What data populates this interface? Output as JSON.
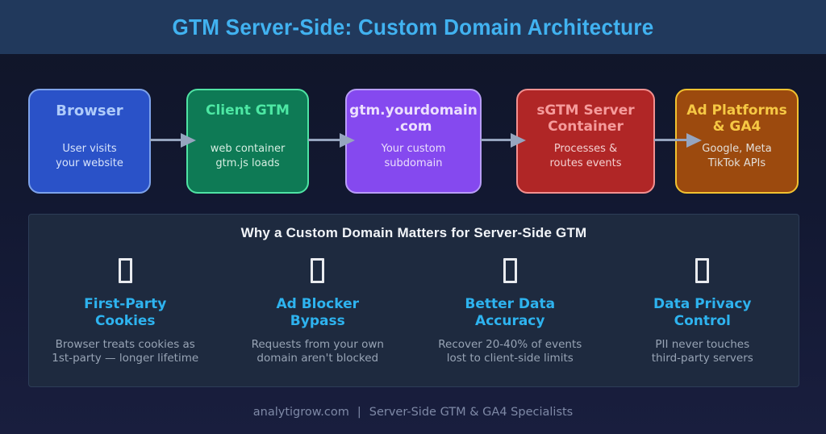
{
  "header": {
    "title": "GTM Server-Side: Custom Domain Architecture"
  },
  "flow": {
    "arrow_color": "#96a5bf",
    "boxes": [
      {
        "title": "Browser",
        "body": "User visits\nyour website",
        "fill": "#2a52c8",
        "border": "#7da2ea",
        "title_color": "#aecbfa",
        "body_color": "#d8e4fb"
      },
      {
        "title": "Client GTM",
        "body": "web container\ngtm.js loads",
        "fill": "#0e7a55",
        "border": "#4fe3a4",
        "title_color": "#4de8a4",
        "body_color": "#d6eee2"
      },
      {
        "title": "gtm.yourdomain\n.com",
        "body": "Your custom\nsubdomain",
        "fill": "#8549ef",
        "border": "#b89df8",
        "title_color": "#ecdffd",
        "body_color": "#eadffc"
      },
      {
        "title": "sGTM Server\nContainer",
        "body": "Processes &\nroutes events",
        "fill": "#b02626",
        "border": "#f29090",
        "title_color": "#f59b9b",
        "body_color": "#f3d0d0"
      },
      {
        "title": "Ad Platforms\n& GA4",
        "body": "Google, Meta\nTikTok APIs",
        "fill": "#9c4a0e",
        "border": "#f2c230",
        "title_color": "#f6c844",
        "body_color": "#e3ded8"
      }
    ]
  },
  "panel": {
    "heading": "Why a Custom Domain Matters for Server-Side GTM",
    "accent_color": "#2eb3ef",
    "items": [
      {
        "icon": "missing-glyph-box",
        "title": "First-Party\nCookies",
        "desc": "Browser treats cookies as\n1st-party — longer lifetime"
      },
      {
        "icon": "missing-glyph-box",
        "title": "Ad Blocker\nBypass",
        "desc": "Requests from your own\ndomain aren't blocked"
      },
      {
        "icon": "missing-glyph-box",
        "title": "Better Data\nAccuracy",
        "desc": "Recover 20-40% of events\nlost to client-side limits"
      },
      {
        "icon": "missing-glyph-box",
        "title": "Data Privacy\nControl",
        "desc": "PII never touches\nthird-party servers"
      }
    ]
  },
  "footer": {
    "site": "analytigrow.com",
    "separator": "|",
    "tagline": "Server-Side GTM & GA4 Specialists"
  }
}
